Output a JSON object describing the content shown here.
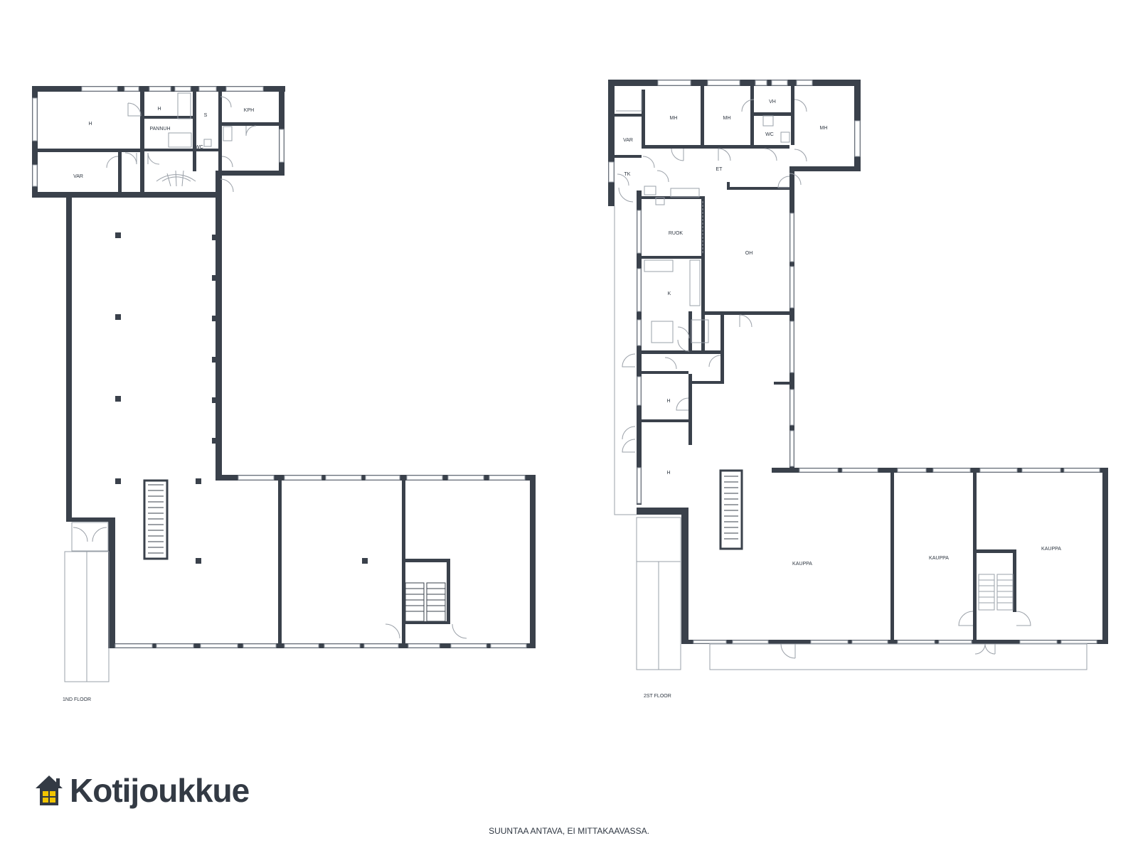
{
  "floors": [
    {
      "label": "1ND FLOOR",
      "rooms": {
        "h_big": "H",
        "h_small": "H",
        "pannuh": "PANNUH",
        "kph": "KPH",
        "wc": "WC",
        "s": "S",
        "var": "VAR"
      }
    },
    {
      "label": "2ST FLOOR",
      "rooms": {
        "mh1": "MH",
        "mh2": "MH",
        "mh3": "MH",
        "vh": "VH",
        "wc": "WC",
        "var": "VAR",
        "tk": "TK",
        "et": "ET",
        "ruok": "RUOK",
        "oh": "OH",
        "k": "K",
        "h1": "H",
        "h2": "H",
        "kauppa1": "KAUPPA",
        "kauppa2": "KAUPPA",
        "kauppa3": "KAUPPA"
      }
    }
  ],
  "brand": {
    "name": "Kotijoukkue",
    "icon": "house-icon",
    "color": "#333a44",
    "window_color": "#f2c500"
  },
  "disclaimer": "SUUNTAA ANTAVA, EI MITTAKAAVASSA.",
  "colors": {
    "wall": "#3a414b",
    "window": "#9aa0a8",
    "background": "#ffffff"
  }
}
